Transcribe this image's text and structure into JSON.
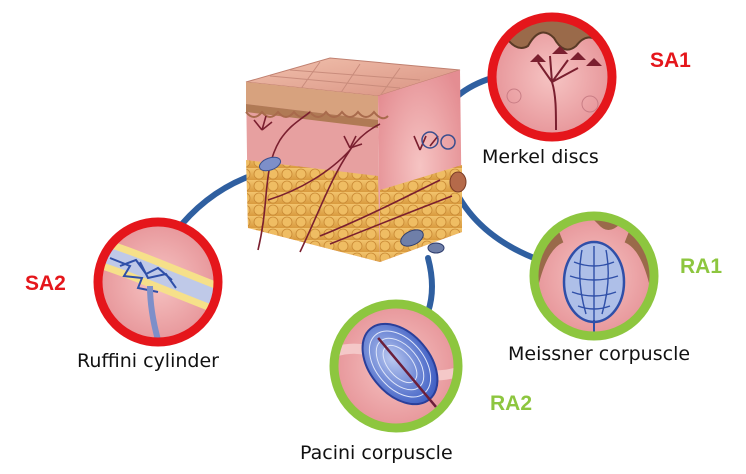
{
  "receptors": [
    {
      "label": "Merkel discs",
      "code": "SA1",
      "ring_color": "#e5161b"
    },
    {
      "label": "Meissner corpuscle",
      "code": "RA1",
      "ring_color": "#8dc63f"
    },
    {
      "label": "Pacini corpuscle",
      "code": "RA2",
      "ring_color": "#8dc63f"
    },
    {
      "label": "Ruffini cylinder",
      "code": "SA2",
      "ring_color": "#e5161b"
    }
  ],
  "colors": {
    "sa_code": "#e5161b",
    "ra_code": "#8dc63f",
    "connector": "#2f5fa0",
    "skin_pink": "#e9a3a6",
    "fat_yellow": "#e9b25c"
  },
  "icons": [
    "skin-cross-section-icon",
    "merkel-disc-icon",
    "meissner-corpuscle-icon",
    "pacini-corpuscle-icon",
    "ruffini-cylinder-icon"
  ]
}
